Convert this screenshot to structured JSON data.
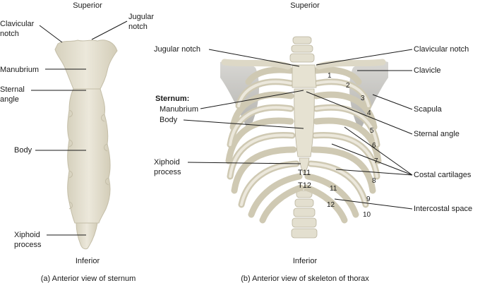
{
  "panel_a": {
    "superior": "Superior",
    "inferior": "Inferior",
    "caption": "(a) Anterior view of sternum",
    "labels": {
      "clavicular_notch_1": "Clavicular",
      "clavicular_notch_2": "notch",
      "jugular_notch_1": "Jugular",
      "jugular_notch_2": "notch",
      "manubrium": "Manubrium",
      "sternal_angle_1": "Sternal",
      "sternal_angle_2": "angle",
      "body": "Body",
      "xiphoid_1": "Xiphoid",
      "xiphoid_2": "process"
    }
  },
  "panel_b": {
    "superior": "Superior",
    "inferior": "Inferior",
    "caption": "(b) Anterior view of skeleton of thorax",
    "labels": {
      "jugular_notch": "Jugular notch",
      "sternum_heading": "Sternum:",
      "manubrium": "Manubrium",
      "body": "Body",
      "xiphoid_1": "Xiphoid",
      "xiphoid_2": "process",
      "clavicular_notch": "Clavicular notch",
      "clavicle": "Clavicle",
      "scapula": "Scapula",
      "sternal_angle": "Sternal angle",
      "costal_cartilages": "Costal cartilages",
      "intercostal_space": "Intercostal space"
    },
    "vertebra_labels": [
      "T11",
      "T12"
    ],
    "rib_numbers": [
      "1",
      "2",
      "3",
      "4",
      "5",
      "6",
      "7",
      "8",
      "9",
      "10",
      "11",
      "12"
    ]
  },
  "colors": {
    "bone": "#e8e4d6",
    "bone_shade": "#c9c3ae",
    "scapula_shade": "#b9b8b4",
    "line": "#1a1a1a"
  }
}
